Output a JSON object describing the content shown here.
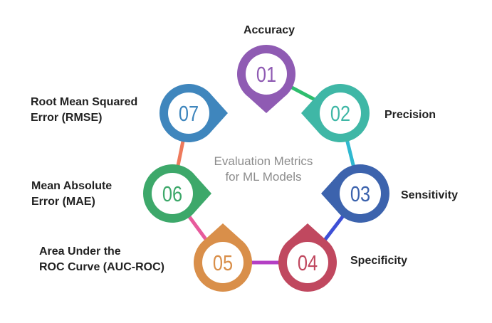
{
  "center_title": {
    "line1": "Evaluation Metrics",
    "line2": "for ML Models"
  },
  "nodes": [
    {
      "number": "01",
      "label_lines": [
        "Accuracy"
      ],
      "color": "#8f5bb3",
      "icon": "pin-badge-icon"
    },
    {
      "number": "02",
      "label_lines": [
        "Precision"
      ],
      "color": "#3fb7a6",
      "icon": "pin-badge-icon"
    },
    {
      "number": "03",
      "label_lines": [
        "Sensitivity"
      ],
      "color": "#3c63ad",
      "icon": "pin-badge-icon"
    },
    {
      "number": "04",
      "label_lines": [
        "Specificity"
      ],
      "color": "#c0485f",
      "icon": "pin-badge-icon"
    },
    {
      "number": "05",
      "label_lines": [
        "Area Under the",
        "ROC Curve (AUC-ROC)"
      ],
      "color": "#d98f4a",
      "icon": "pin-badge-icon"
    },
    {
      "number": "06",
      "label_lines": [
        "Mean Absolute",
        "Error (MAE)"
      ],
      "color": "#3da86a",
      "icon": "pin-badge-icon"
    },
    {
      "number": "07",
      "label_lines": [
        "Root Mean Squared",
        "Error (RMSE)"
      ],
      "color": "#3f86bd",
      "icon": "pin-badge-icon"
    }
  ],
  "connectors": [
    {
      "from": "01",
      "to": "02",
      "color": "#2ebd6e"
    },
    {
      "from": "02",
      "to": "03",
      "color": "#2fb8d0"
    },
    {
      "from": "03",
      "to": "04",
      "color": "#3d4fd6"
    },
    {
      "from": "04",
      "to": "05",
      "color": "#b43fc4"
    },
    {
      "from": "05",
      "to": "06",
      "color": "#e75b9c"
    },
    {
      "from": "06",
      "to": "07",
      "color": "#ee7a5c"
    }
  ]
}
